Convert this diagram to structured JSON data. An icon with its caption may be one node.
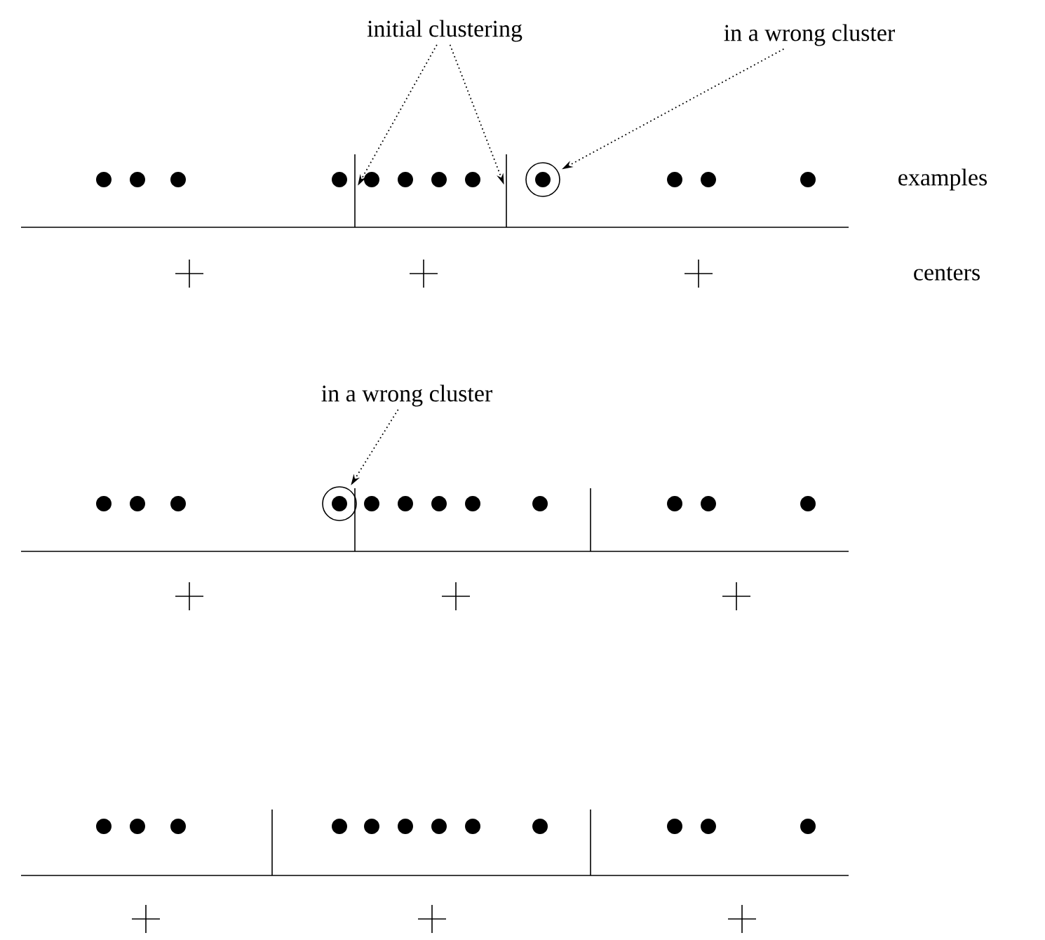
{
  "diagram": {
    "nodes": [
      {
        "text": [
          "initial clustering"
        ]
      },
      {
        "text": [
          "in a wrong cluster"
        ]
      },
      {
        "text": [],
        "shape": "bar"
      },
      {
        "text": [],
        "shape": "bar"
      },
      {
        "text": [],
        "shape": "circle"
      },
      {
        "text": [
          "in a wrong cluster"
        ]
      },
      {
        "text": [],
        "shape": "circle"
      }
    ],
    "edges": [
      {
        "from": 0,
        "to": 2,
        "arrow": "to",
        "style": "dashed"
      },
      {
        "from": 0,
        "to": 3,
        "arrow": "to",
        "style": "dashed"
      },
      {
        "from": 1,
        "to": 4,
        "arrow": "to",
        "style": "dashed"
      },
      {
        "from": 5,
        "to": 6,
        "arrow": "to",
        "style": "dashed"
      }
    ],
    "labels": [
      "examples",
      "centers"
    ]
  }
}
